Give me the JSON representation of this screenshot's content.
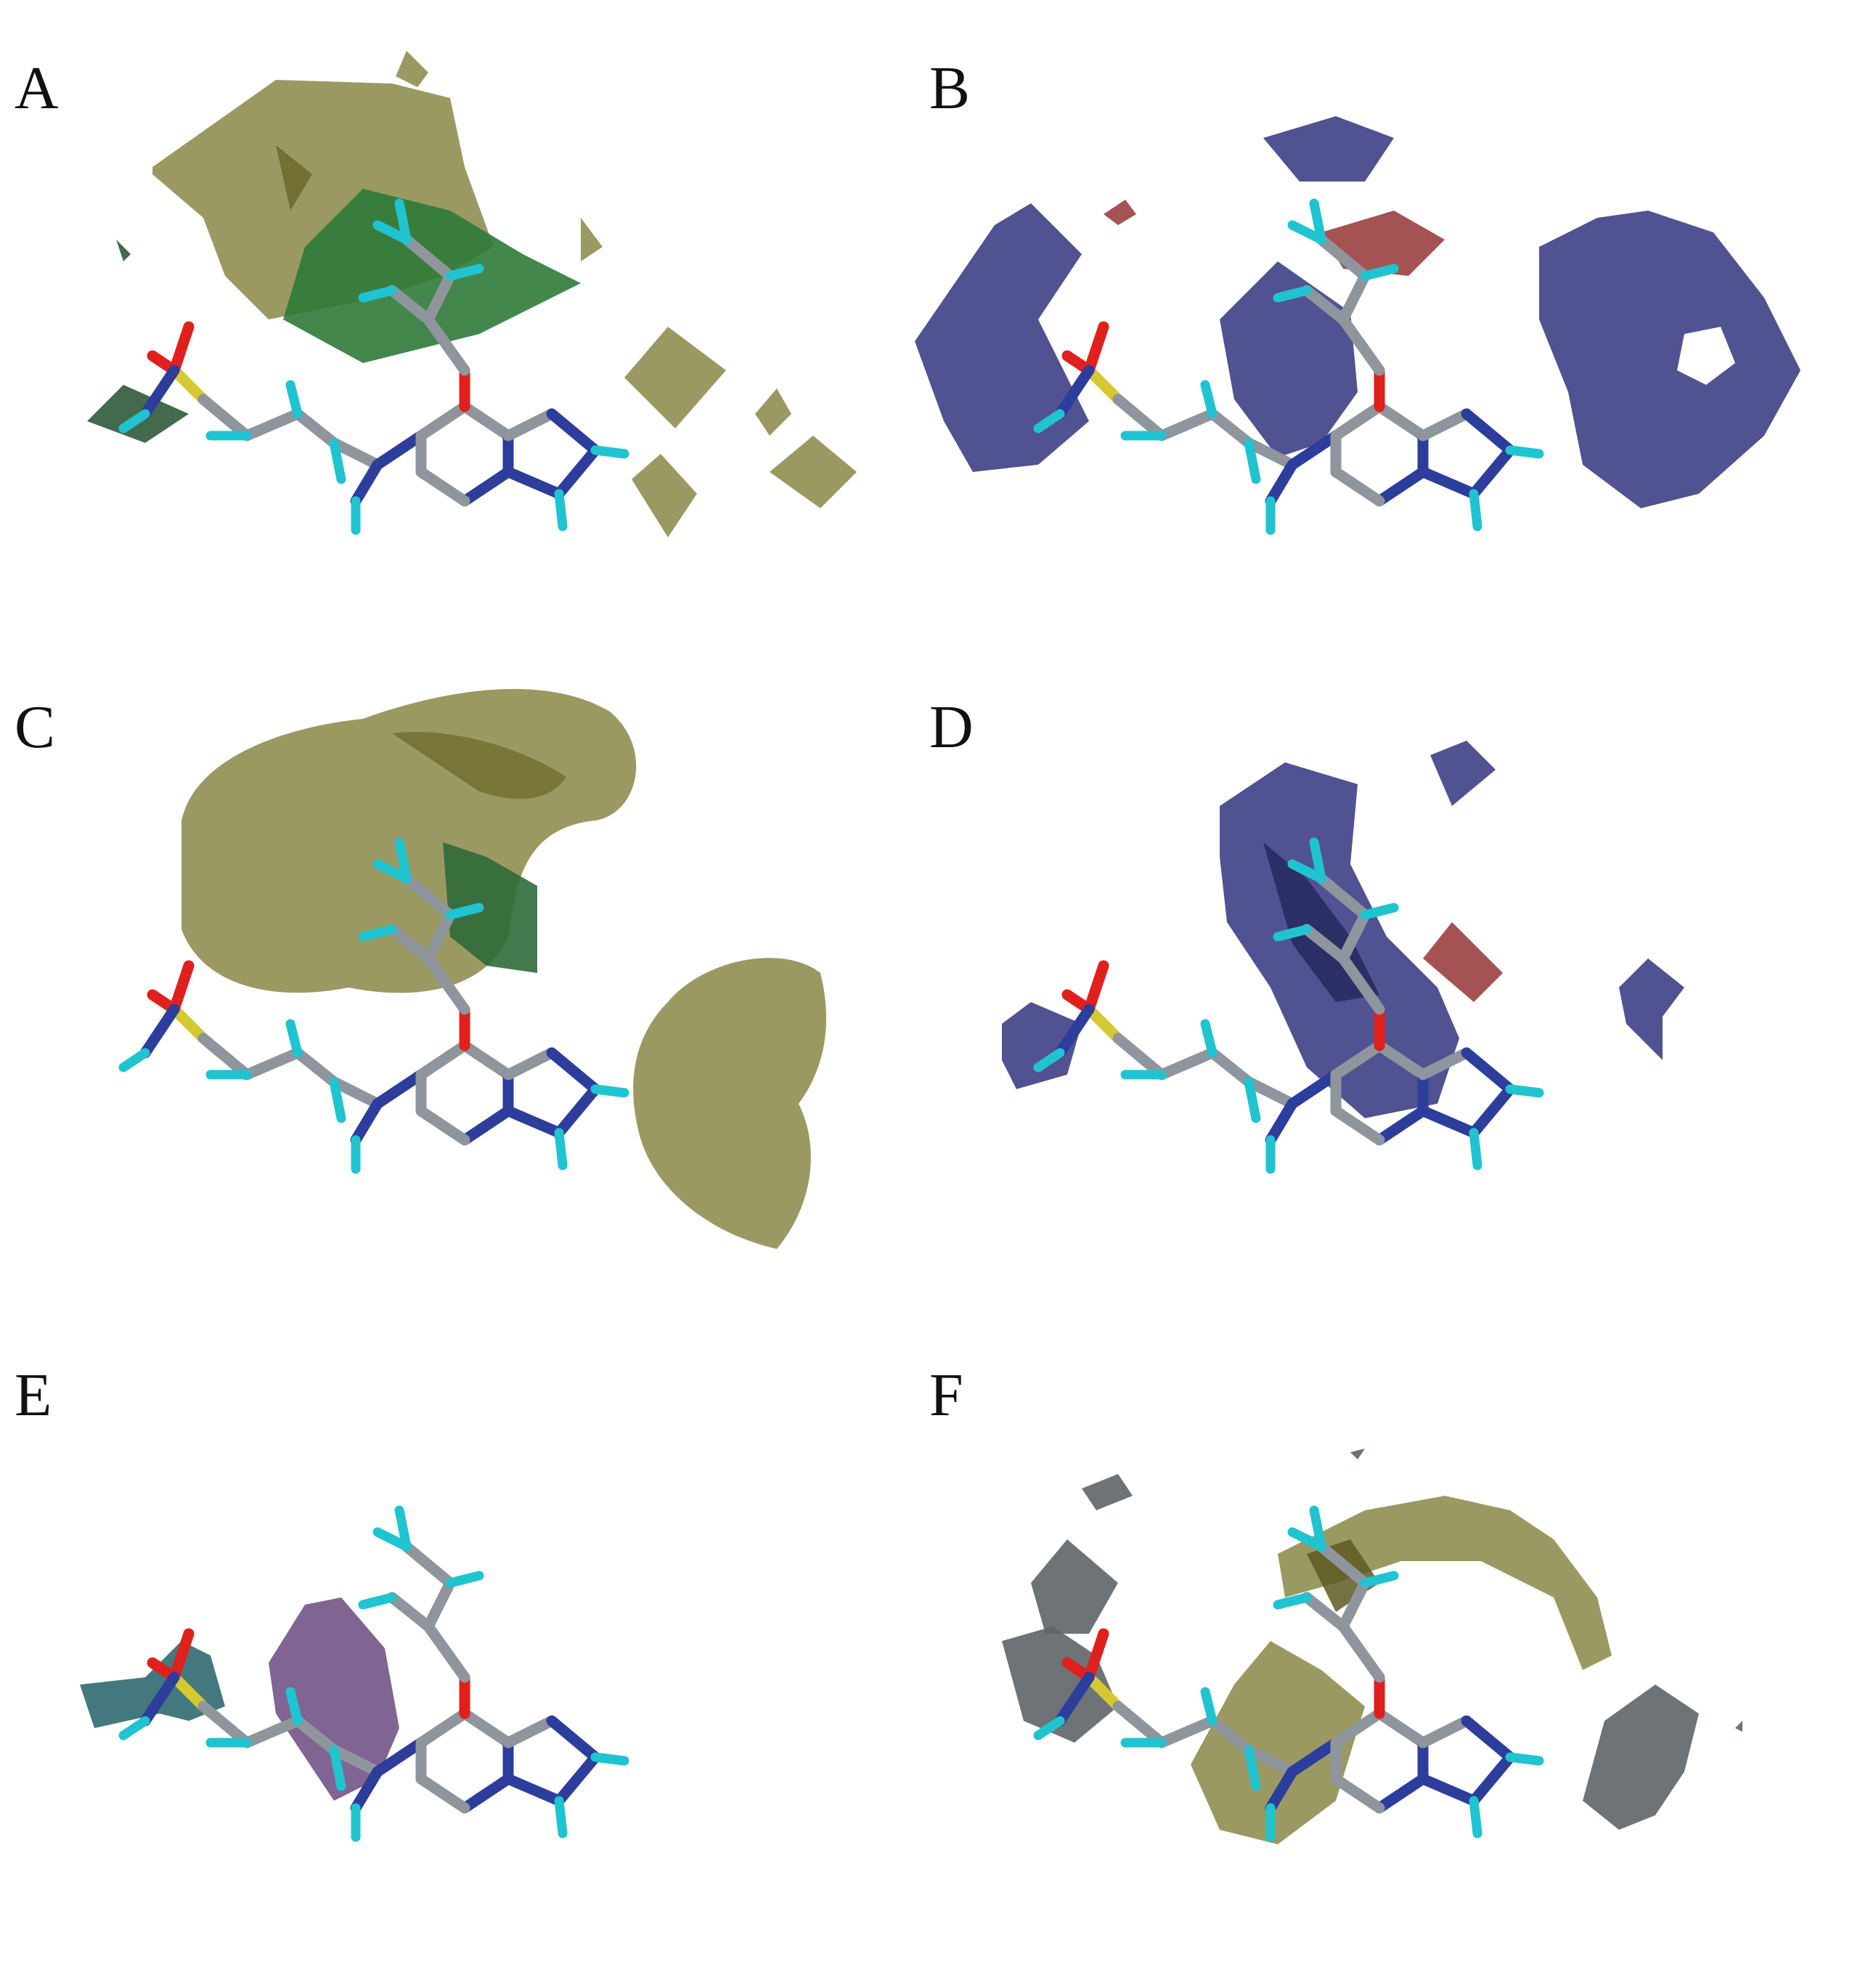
{
  "panels": [
    {
      "id": "A",
      "label": "A"
    },
    {
      "id": "B",
      "label": "B"
    },
    {
      "id": "C",
      "label": "C"
    },
    {
      "id": "D",
      "label": "D"
    },
    {
      "id": "E",
      "label": "E"
    },
    {
      "id": "F",
      "label": "F"
    }
  ],
  "colors": {
    "contour_olive": "#8a8746",
    "contour_green": "#2f7a3a",
    "contour_blue": "#3d3f86",
    "contour_red": "#9b3f3f",
    "contour_purple": "#6a4a80",
    "contour_teal": "#2f6a70",
    "contour_gray": "#5d6468",
    "carbon": "#8e959c",
    "nitrogen": "#2d3d9c",
    "oxygen": "#e0201c",
    "sulfur": "#d6c830",
    "hydrogen": "#1fc4d0"
  }
}
